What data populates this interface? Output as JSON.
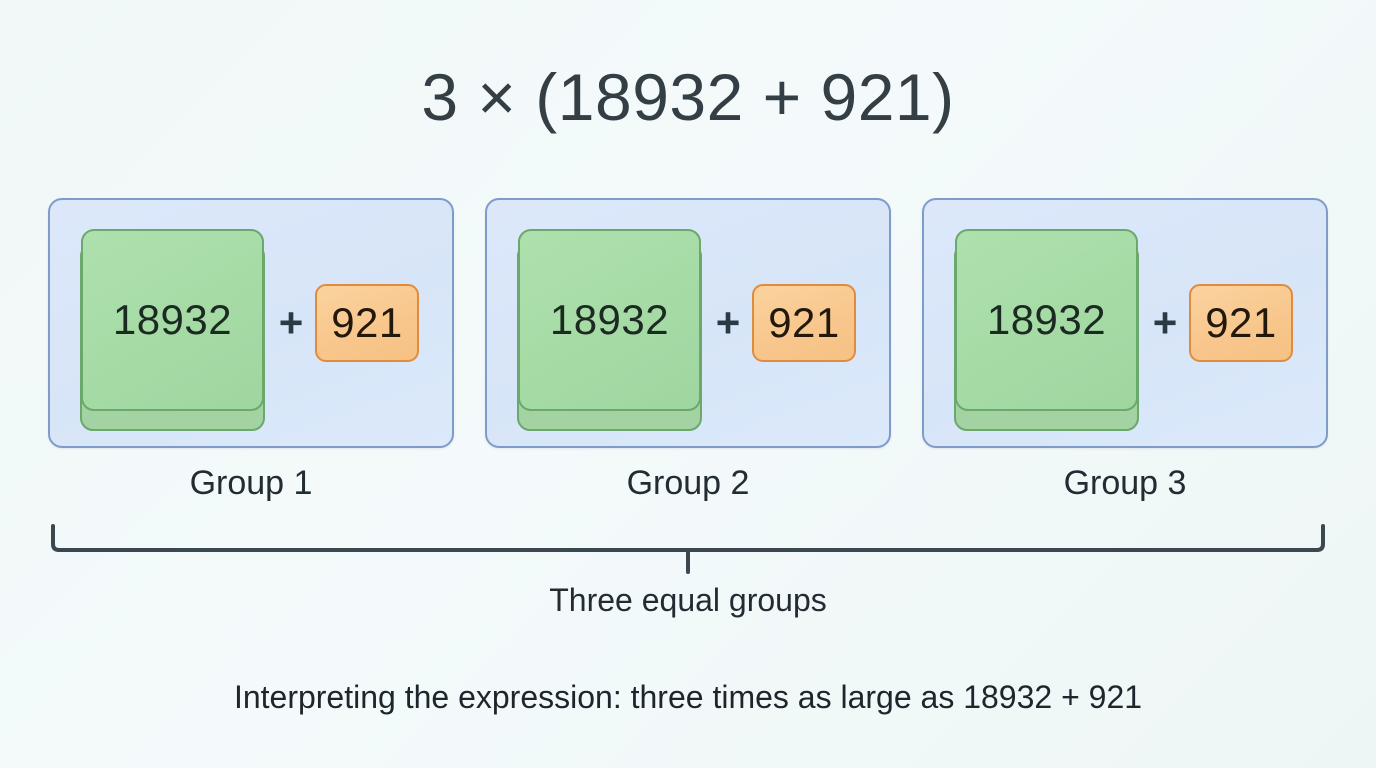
{
  "title": "3 × (18932 + 921)",
  "expression": {
    "multiplier": 3,
    "times_symbol": "×",
    "addend_a": 18932,
    "addend_b": 921,
    "plus_symbol": "+"
  },
  "groups": [
    {
      "card_label": "Group 1",
      "block_value": "18932",
      "operator": "+",
      "addend_value": "921"
    },
    {
      "card_label": "Group 2",
      "block_value": "18932",
      "operator": "+",
      "addend_value": "921"
    },
    {
      "card_label": "Group 3",
      "block_value": "18932",
      "operator": "+",
      "addend_value": "921"
    }
  ],
  "bracket": {
    "caption": "Three equal groups"
  },
  "footer": {
    "caption": "Interpreting the expression: three times as large as 18932 + 921"
  },
  "colors": {
    "background": "#f1f8f7",
    "title_text": "#333e45",
    "card_fill": "#d9e7f9",
    "card_border": "#7f9cc9",
    "block_fill": "#a6dba6",
    "block_border": "#6ba86b",
    "addend_fill": "#f8c78d",
    "addend_border": "#e18c3d",
    "bracket_stroke": "#3c4850",
    "label_text": "#222c33"
  }
}
